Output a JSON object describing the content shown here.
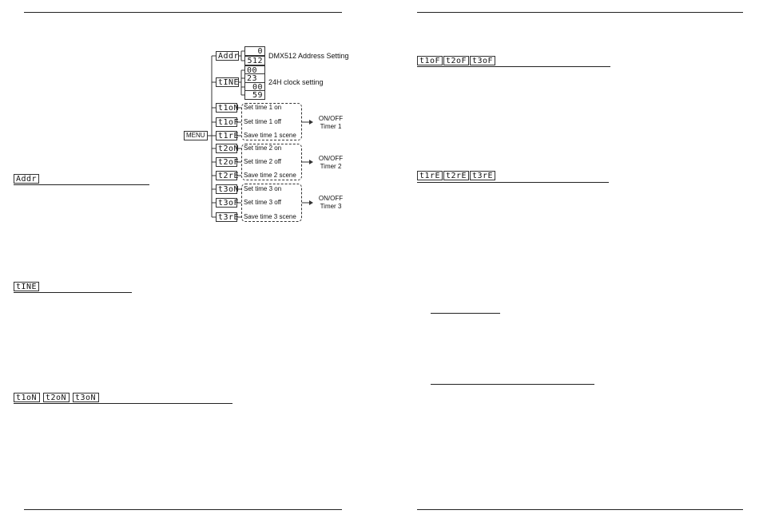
{
  "menu_label": "MENU",
  "addr": {
    "code": "Addr",
    "values": [
      "0",
      "512"
    ],
    "label": "DMX512 Address Setting"
  },
  "time": {
    "code": "tINE",
    "values": [
      "00",
      "23",
      "00",
      "59"
    ],
    "label": "24H clock setting"
  },
  "timers": [
    {
      "codes": [
        "t1oN",
        "t1oF",
        "t1rE"
      ],
      "rows": [
        "Set time 1 on",
        "Set time 1 off",
        "Save time 1 scene"
      ],
      "target_line1": "ON/OFF",
      "target_line2": "Timer 1"
    },
    {
      "codes": [
        "t2oN",
        "t2oF",
        "t2rE"
      ],
      "rows": [
        "Set time 2 on",
        "Set time 2 off",
        "Save time 2 scene"
      ],
      "target_line1": "ON/OFF",
      "target_line2": "Timer 2"
    },
    {
      "codes": [
        "t3oN",
        "t3oF",
        "t3rE"
      ],
      "rows": [
        "Set time 3 on",
        "Set time 3 off",
        "Save time 3 scene"
      ],
      "target_line1": "ON/OFF",
      "target_line2": "Timer 3"
    }
  ],
  "headings": {
    "addr": "Addr",
    "time": "tINE",
    "on": [
      "t1oN",
      "t2oN",
      "t3oN"
    ],
    "off": [
      "t1oF",
      "t2oF",
      "t3oF"
    ],
    "re": [
      "t1rE",
      "t2rE",
      "t3rE"
    ]
  }
}
